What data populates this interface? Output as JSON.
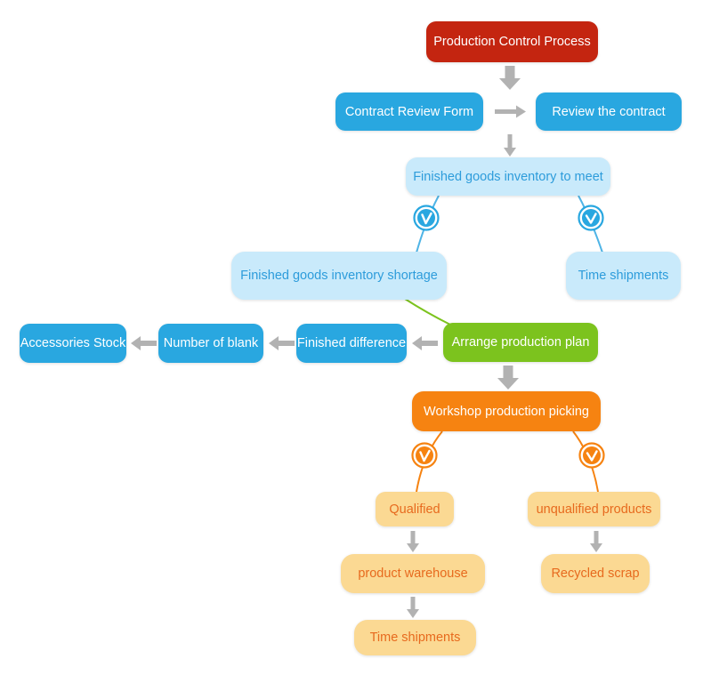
{
  "palette": {
    "red": "#C42510",
    "blue": "#29A7E0",
    "light_blue": "#C9EAFB",
    "blue_text": "#2D9CDB",
    "green": "#7CC31E",
    "orange": "#F68311",
    "light_orange": "#FBD993",
    "orange_text": "#E76A1E",
    "arrow_gray": "#B2B2B2",
    "line_blue": "#4FB4E6"
  },
  "icons": {
    "branch_marker": "clock-icon"
  },
  "nodes": {
    "production_control": {
      "label": "Production Control Process"
    },
    "contract_review_form": {
      "label": "Contract Review Form"
    },
    "review_the_contract": {
      "label": "Review the contract"
    },
    "inventory_to_meet": {
      "label": "Finished goods inventory to meet"
    },
    "inventory_shortage": {
      "label": "Finished goods inventory shortage"
    },
    "time_shipments_top": {
      "label": "Time shipments"
    },
    "accessories_stock": {
      "label": "Accessories Stock"
    },
    "number_of_blank": {
      "label": "Number of blank"
    },
    "finished_difference": {
      "label": "Finished difference"
    },
    "arrange_production_plan": {
      "label": "Arrange production plan"
    },
    "workshop_production_picking": {
      "label": "Workshop production picking"
    },
    "qualified": {
      "label": "Qualified"
    },
    "unqualified_products": {
      "label": "unqualified products"
    },
    "product_warehouse": {
      "label": "product warehouse"
    },
    "recycled_scrap": {
      "label": "Recycled scrap"
    },
    "time_shipments_bottom": {
      "label": "Time shipments"
    }
  }
}
